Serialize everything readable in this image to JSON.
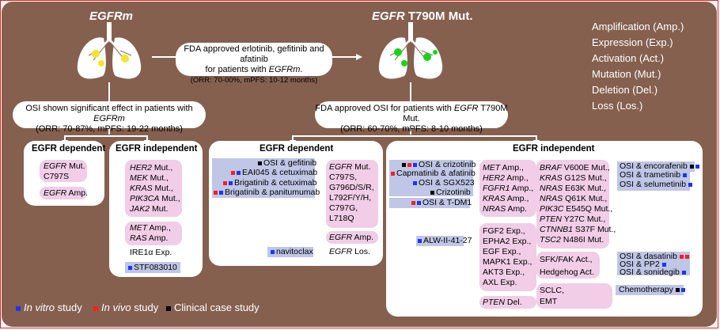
{
  "top": {
    "left_title": "EGFRm",
    "right_title_it": "EGFR",
    "right_title_rest": " T790M Mut.",
    "fda_line1": "FDA approved erlotinib, gefitinib and afatinib",
    "fda_line2a": "for patients with ",
    "fda_line2b": "EGFRm",
    "fda_line2c": ".",
    "fda_line3": "(ORR: 70-00%, mPFS: 10-12 months)"
  },
  "abbrev": [
    "Amplification (Amp.)",
    "Expression (Exp.)",
    "Activation (Act.)",
    "Mutation (Mut.)",
    "Deletion (Del.)",
    "Loss (Los.)"
  ],
  "osi_left": {
    "line1a": "OSI shown significant effect in patients with ",
    "line1b": "EGFRm",
    "line2": "(ORR: 70-87%, mPFS: 19-22 months)"
  },
  "osi_right": {
    "line1a": "FDA approved OSI for patients with ",
    "line1b": "EGFR",
    "line1c": " T790M Mut.",
    "line2": "(ORR: 60-70%, mPFS: 8-10 months)"
  },
  "p1": {
    "title": "EGFR  dependent",
    "m1a": "EGFR",
    "m1b": " Mut.",
    "m1c": "C797S",
    "m2a": "EGFR",
    "m2b": " Amp."
  },
  "p2": {
    "title": "EGFR  independent",
    "g1": [
      {
        "a": "HER2",
        "b": " Mut.,"
      },
      {
        "a": "MEK",
        "b": " Mut.,"
      },
      {
        "a": "KRAS",
        "b": " Mut.,"
      },
      {
        "a": "PIK3CA",
        "b": " Mut.,"
      },
      {
        "a": "JAK2",
        "b": " Mut."
      }
    ],
    "g2": [
      {
        "a": "MET",
        "b": " Amp.,"
      },
      {
        "a": "RAS",
        "b": " Amp."
      }
    ],
    "ire": "IRE1α Exp.",
    "stf": "STF083010"
  },
  "p3": {
    "title": "EGFR dependent",
    "drugs": [
      "OSI & gefitinib",
      "EAI045 & cetuximab",
      "Brigatinib & cetuximab",
      "Brigatinib & panitumumab"
    ],
    "mut": [
      "EGFR Mut.",
      "C797S,",
      "G796D/S/R,",
      "L792F/Y/H,",
      "C797G,",
      "L718Q"
    ],
    "mut_italic": "EGFR",
    "amp_a": "EGFR",
    "amp_b": " Amp.",
    "navi": "navitoclax",
    "los_a": "EGFR",
    "los_b": " Los."
  },
  "p4": {
    "title": "EGFR independent",
    "left_drugs": [
      "OSI & crizotinib",
      "Capmatinib & afatinib",
      "OSI & SGX523",
      "Crizotinib"
    ],
    "tdm1": "OSI & T-DM1",
    "met_group": [
      {
        "a": "MET",
        "b": " Amp.,"
      },
      {
        "a": "HER2",
        "b": " Amp.,"
      },
      {
        "a": "FGFR1",
        "b": " Amp.,"
      },
      {
        "a": "KRAS",
        "b": " Amp.,"
      },
      {
        "a": "NRAS",
        "b": " Amp."
      }
    ],
    "alw": "ALW-II-41-27",
    "fgf": [
      "FGF2 Exp.,",
      "EPHA2 Exp.,",
      "EGF Exp.,",
      "MAPK1 Exp.,",
      "AKT3 Exp.,",
      "AXL Exp."
    ],
    "pten_a": "PTEN",
    "pten_b": " Del.",
    "braf": [
      {
        "a": "BRAF",
        "b": " V600E Mut.,"
      },
      {
        "a": "KRAS",
        "b": " G12S Mut.,"
      },
      {
        "a": "NRAS",
        "b": " E63K Mut.,"
      },
      {
        "a": "NRAS",
        "b": " Q61K Mut.,"
      },
      {
        "a": "PIK3C",
        "b": " E545Q Mut.,"
      },
      {
        "a": "PTEN",
        "b": " Y27C Mut.,"
      },
      {
        "a": "CTNNB1",
        "b": " S37F Mut.,"
      },
      {
        "a": "TSC2",
        "b": " N486I Mut."
      }
    ],
    "right_drugs": [
      "OSI & encorafenib",
      "OSI & trametinib",
      "OSI & selumetinib"
    ],
    "sfk": "SFK/FAK Act.,",
    "hedgehog": "Hedgehog Act.",
    "sfk_drugs": [
      "OSI & dasatinib",
      "OSI & PP2",
      "OSI & sonidegib"
    ],
    "sclc": "SCLC,",
    "emt": "EMT",
    "chemo": "Chemotherapy"
  },
  "legend": {
    "invitro_a": "In vitro",
    "invitro_b": " study",
    "invivo_a": "In vivo",
    "invivo_b": " study",
    "clinical": "Clinical case study"
  },
  "colors": {
    "background": "#85604f",
    "pink": "#f1cde7",
    "blue": "#bfc6e6",
    "in_vitro": "#1d33ff",
    "in_vivo": "#ff1d1d",
    "clinical": "#000000",
    "tumor": "#18d418"
  }
}
